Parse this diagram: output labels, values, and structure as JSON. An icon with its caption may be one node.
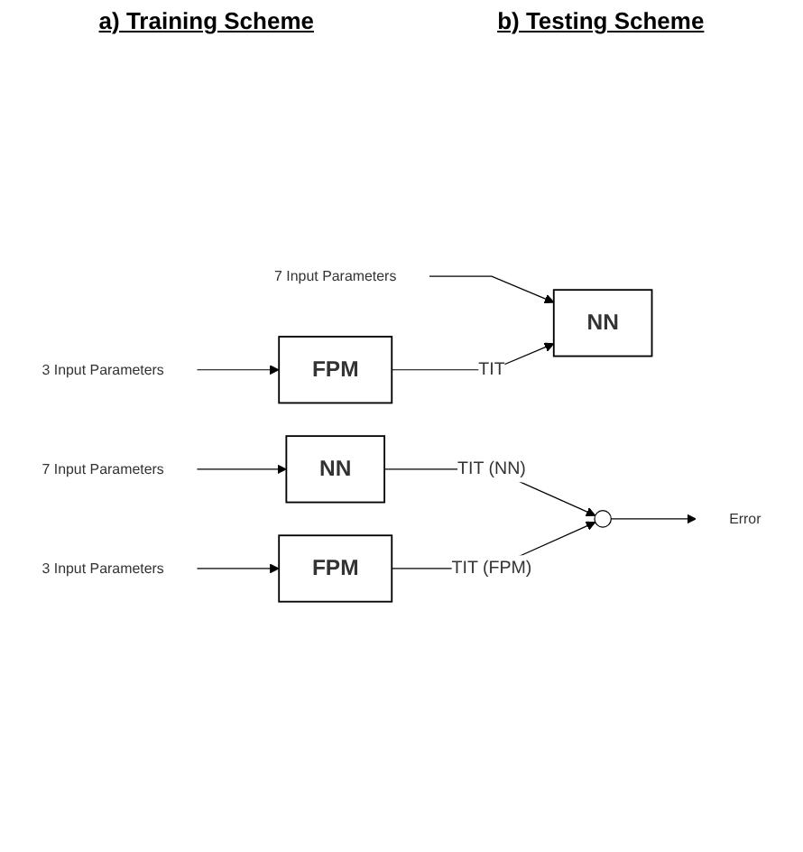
{
  "diagram": {
    "nodes": [
      {
        "text": [
          "7 Input Parameters"
        ]
      },
      {
        "text": [
          "NN"
        ]
      },
      {
        "text": [
          "3 Input Parameters"
        ]
      },
      {
        "text": [
          "FPM"
        ]
      },
      {
        "text": [
          "7 Input Parameters"
        ]
      },
      {
        "text": [
          "NN"
        ]
      },
      {
        "text": [],
        "shape": "circle"
      },
      {
        "text": [
          "Error"
        ]
      },
      {
        "text": [
          "3 Input Parameters"
        ]
      },
      {
        "text": [
          "FPM"
        ]
      }
    ],
    "edges": [
      {
        "from": 0,
        "to": 1,
        "arrow": "to"
      },
      {
        "from": 2,
        "to": 3,
        "arrow": "to"
      },
      {
        "from": 3,
        "to": 1,
        "arrow": "to",
        "label": "TIT"
      },
      {
        "from": 4,
        "to": 5,
        "arrow": "to"
      },
      {
        "from": 5,
        "to": 6,
        "arrow": "to",
        "label": "TIT (NN)"
      },
      {
        "from": 6,
        "to": 7,
        "arrow": "to"
      },
      {
        "from": 8,
        "to": 9,
        "arrow": "to"
      },
      {
        "from": 9,
        "to": 6,
        "arrow": "to",
        "label": "TIT (FPM)"
      }
    ],
    "labels": [
      "a) Training Scheme",
      "b) Testing Scheme"
    ]
  }
}
